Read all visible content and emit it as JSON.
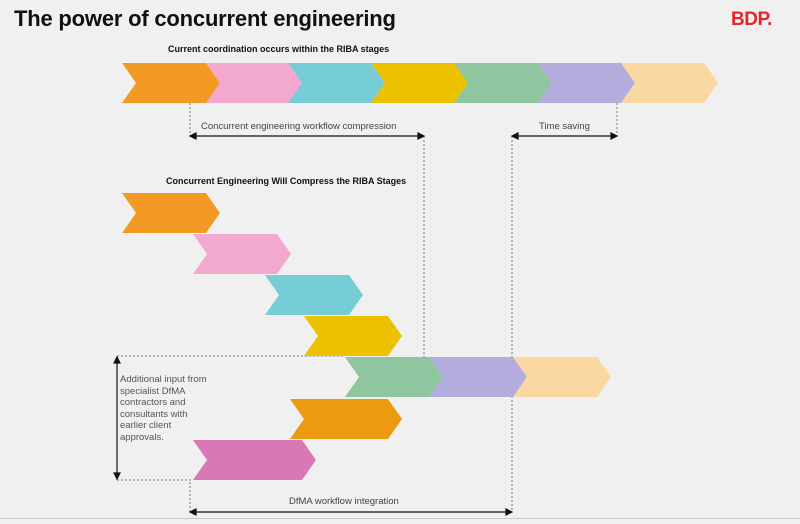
{
  "title": "The power of concurrent engineering",
  "logo": "BDP.",
  "sections": {
    "current": "Current coordination occurs within the RIBA stages",
    "compressed": "Concurrent Engineering Will Compress the RIBA Stages"
  },
  "labels": {
    "compression": "Concurrent engineering workflow compression",
    "time_saving": "Time saving",
    "dfma_integration": "DfMA workflow integration"
  },
  "note": "Additional input from specialist DfMA contractors and consultants with earlier client approvals.",
  "colors": {
    "orange": "#f39a25",
    "pink": "#f2a8cf",
    "teal": "#76cdd6",
    "yellow": "#ecc100",
    "green": "#8fc69f",
    "lavender": "#b3addd",
    "peach": "#f9d8a1",
    "dark_orange": "#ec9a12",
    "magenta": "#d878b4"
  }
}
